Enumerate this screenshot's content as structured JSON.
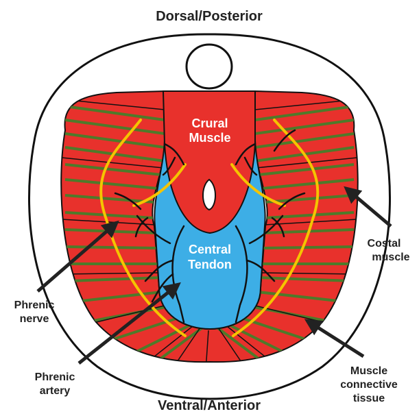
{
  "labels": {
    "dorsal": "Dorsal/Posterior",
    "ventral": "Ventral/Anterior",
    "crural_line1": "Crural",
    "crural_line2": "Muscle",
    "central_line1": "Central",
    "central_line2": "Tendon",
    "costal_line1": "Costal",
    "costal_line2": "muscle",
    "phrenic_nerve_line1": "Phrenic",
    "phrenic_nerve_line2": "nerve",
    "phrenic_artery_line1": "Phrenic",
    "phrenic_artery_line2": "artery",
    "connective_line1": "Muscle",
    "connective_line2": "connective",
    "connective_line3": "tissue"
  },
  "colors": {
    "muscle": "#e8312c",
    "tendon": "#3daee6",
    "fiber": "#4e7a2a",
    "nerve": "#f5c400",
    "outline": "#111111"
  }
}
